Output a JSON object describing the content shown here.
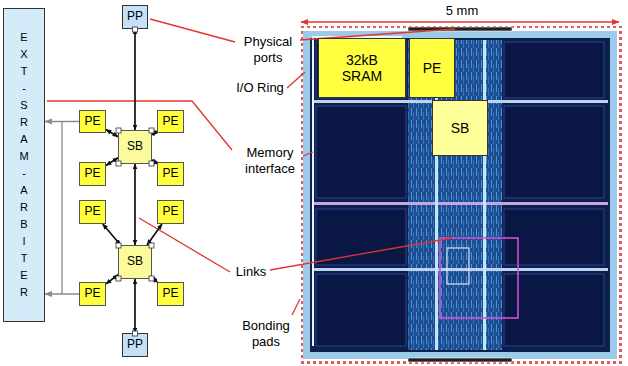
{
  "diagram": {
    "nodes": [
      {
        "text": [
          "EXT-SRAM-ARBITER"
        ]
      },
      {
        "text": [
          "PP"
        ]
      },
      {
        "text": [
          "PE"
        ]
      },
      {
        "text": [
          "PE"
        ]
      },
      {
        "text": [
          "SB"
        ]
      },
      {
        "text": [
          "PE"
        ]
      },
      {
        "text": [
          "PE"
        ]
      },
      {
        "text": [
          "PE"
        ]
      },
      {
        "text": [
          "PE"
        ]
      },
      {
        "text": [
          "SB"
        ]
      },
      {
        "text": [
          "PE"
        ]
      },
      {
        "text": [
          "PE"
        ]
      },
      {
        "text": [
          "PP"
        ]
      },
      {
        "text": [
          "32kB SRAM"
        ]
      },
      {
        "text": [
          "PE"
        ]
      },
      {
        "text": [
          "SB"
        ]
      }
    ],
    "edges": [
      {
        "from": 1,
        "to": 4,
        "arrow": "both"
      },
      {
        "from": 4,
        "to": 2,
        "arrow": "both"
      },
      {
        "from": 4,
        "to": 3,
        "arrow": "both"
      },
      {
        "from": 4,
        "to": 5,
        "arrow": "both"
      },
      {
        "from": 4,
        "to": 6,
        "arrow": "both"
      },
      {
        "from": 4,
        "to": 9,
        "arrow": "both"
      },
      {
        "from": 9,
        "to": 7,
        "arrow": "both"
      },
      {
        "from": 9,
        "to": 8,
        "arrow": "both"
      },
      {
        "from": 9,
        "to": 10,
        "arrow": "both"
      },
      {
        "from": 9,
        "to": 11,
        "arrow": "both"
      },
      {
        "from": 9,
        "to": 12,
        "arrow": "both"
      },
      {
        "from": 2,
        "to": 0,
        "arrow": "to"
      },
      {
        "from": 10,
        "to": 0,
        "arrow": "to"
      }
    ],
    "labels": [
      "5 mm",
      "Physical ports",
      "I/O Ring",
      "Memory interface",
      "Links",
      "Bonding pads"
    ]
  }
}
